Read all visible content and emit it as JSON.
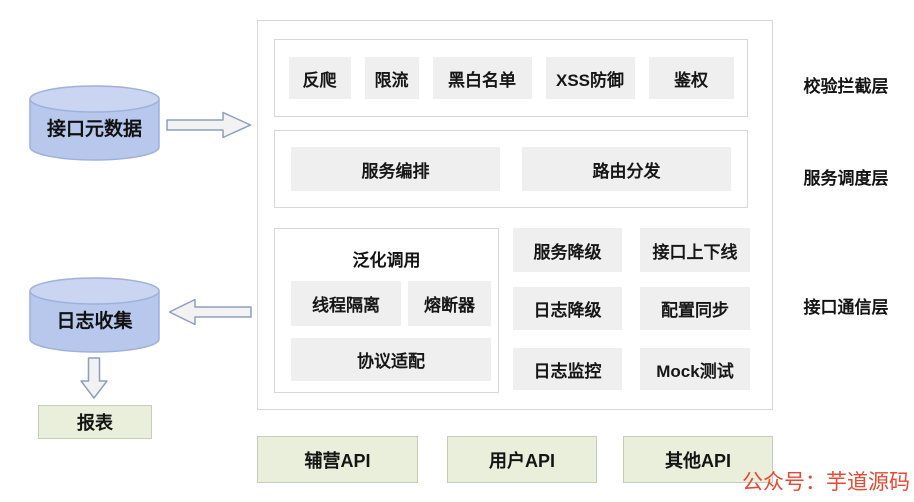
{
  "left_flow": {
    "metadata_store": "接口元数据",
    "log_store": "日志收集",
    "report": "报表"
  },
  "gateway": {
    "validation_layer": {
      "label": "校验拦截层",
      "items": [
        "反爬",
        "限流",
        "黑白名单",
        "XSS防御",
        "鉴权"
      ]
    },
    "scheduling_layer": {
      "label": "服务调度层",
      "items": [
        "服务编排",
        "路由分发"
      ]
    },
    "communication_layer": {
      "label": "接口通信层",
      "generic_invocation": {
        "title": "泛化调用",
        "items": [
          "线程隔离",
          "熔断器",
          "协议适配"
        ]
      },
      "items": [
        "服务降级",
        "接口上下线",
        "日志降级",
        "配置同步",
        "日志监控",
        "Mock测试"
      ]
    }
  },
  "api_row": [
    "辅营API",
    "用户API",
    "其他API"
  ],
  "watermark": "公众号：芋道源码",
  "colors": {
    "cylinder_body": "#b7c8ec",
    "cylinder_top": "#c9d5f1",
    "cylinder_stroke": "#9db1da",
    "arrow_fill": "#f2f2f2",
    "arrow_stroke": "#8d9fbd",
    "node_gray": "#efefef",
    "api_green_fill": "#eaefdb",
    "api_green_border": "#c8cdbb",
    "box_border": "#d8d8d8",
    "watermark_red": "#e64a35",
    "text": "#141414"
  }
}
